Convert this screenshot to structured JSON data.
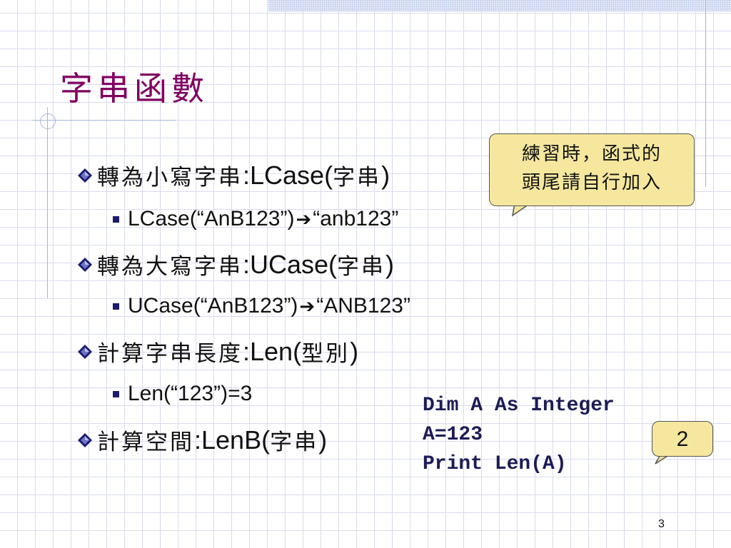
{
  "title": "字串函數",
  "bullets": [
    {
      "cjk": "轉為小寫字串",
      "func": ":LCase(",
      "arg": "字串",
      "close": ")"
    },
    {
      "cjk": "轉為大寫字串",
      "func": ":UCase(",
      "arg": "字串",
      "close": ")"
    },
    {
      "cjk": "計算字串長度",
      "func": ":Len(",
      "arg": "型別",
      "close": ")"
    },
    {
      "cjk": "計算空間",
      "func": ":LenB(",
      "arg": "字串",
      "close": ")"
    }
  ],
  "subbullets": [
    {
      "left": "LCase(“AnB123”)",
      "arrow": "➔",
      "right": "“anb123”"
    },
    {
      "left": "UCase(“AnB123”)",
      "arrow": "➔",
      "right": "“ANB123”"
    },
    {
      "text": "Len(“123”)=3"
    }
  ],
  "callout_note": {
    "line1": "練習時，函式的",
    "line2": "頭尾請自行加入"
  },
  "code_lines": [
    "Dim A As Integer",
    "A=123",
    "Print Len(A)"
  ],
  "result_callout": "2",
  "page_number": "3",
  "colors": {
    "title": "#800060",
    "callout_fill": "#f5e79e",
    "grid": "#d8dcec",
    "bullet": "#1c1c6c"
  }
}
